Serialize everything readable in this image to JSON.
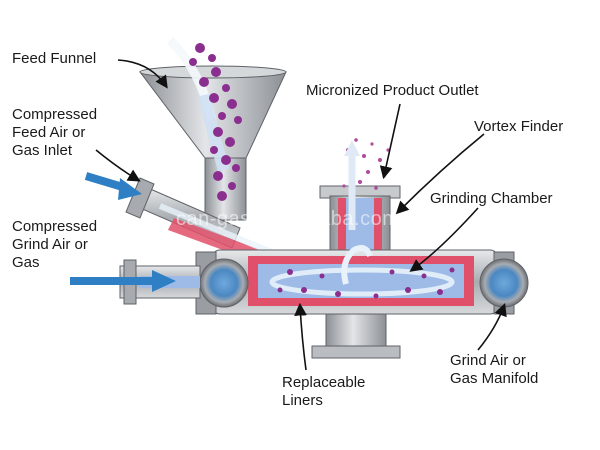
{
  "labels": {
    "feed_funnel": "Feed Funnel",
    "feed_air_inlet": "Compressed\nFeed Air or\nGas Inlet",
    "grind_air": "Compressed\nGrind Air or\nGas",
    "product_outlet": "Micronized Product Outlet",
    "vortex_finder": "Vortex Finder",
    "grinding_chamber": "Grinding Chamber",
    "liners": "Replaceable\nLiners",
    "manifold": "Grind Air or\nGas Manifold"
  },
  "watermark": "can-gas.en.alibaba.com",
  "colors": {
    "steel": "#b9bcc0",
    "steel_dark": "#7f8388",
    "liner_red": "#e0506a",
    "chamber_blue": "#9dbbe6",
    "air_blue": "#2f7fc4",
    "particle_purple": "#8a2f8f"
  }
}
